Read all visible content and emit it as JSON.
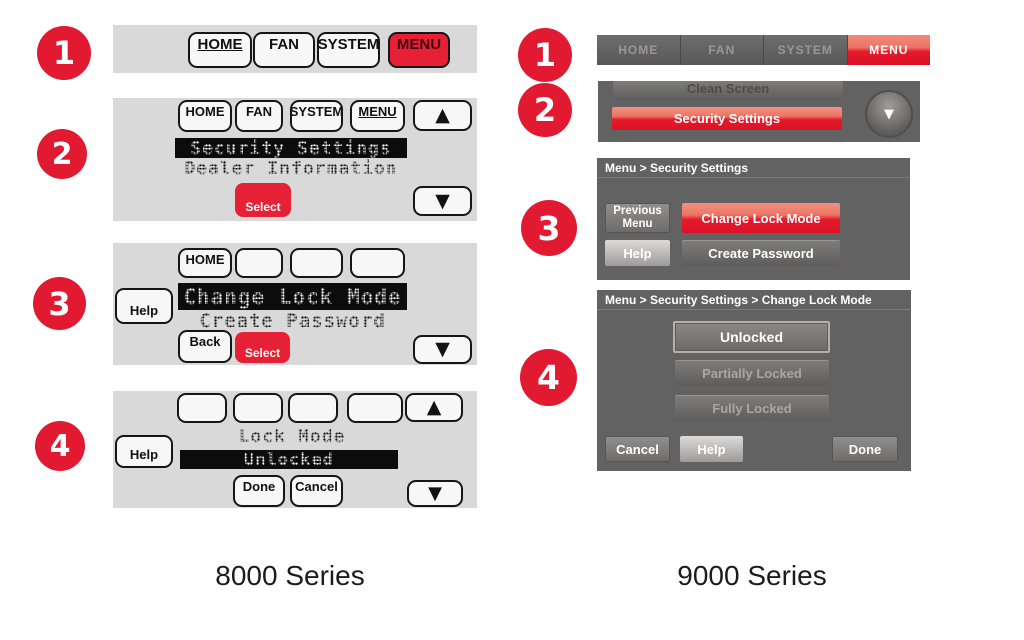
{
  "colors": {
    "accent_red": "#e11931",
    "button_red_8000": "#e62136",
    "panel_gray_8000": "#d9d9d9",
    "panel_gray_9000": "#636262",
    "red_gradient_top": "#f08a7b",
    "red_gradient_bottom": "#dd1126"
  },
  "icons": {
    "up_arrow": "▲",
    "down_arrow": "▼"
  },
  "footer": {
    "left_label": "8000 Series",
    "right_label": "9000 Series"
  },
  "steps_8000": {
    "step1": {
      "badge": "1",
      "tabs": [
        "HOME",
        "FAN",
        "SYSTEM",
        "MENU"
      ]
    },
    "step2": {
      "badge": "2",
      "tabs": [
        "HOME",
        "FAN",
        "SYSTEM",
        "MENU"
      ],
      "selected_item": "Security Settings",
      "next_item": "Dealer Information",
      "select_label": "Select"
    },
    "step3": {
      "badge": "3",
      "home_label": "HOME",
      "help_label": "Help",
      "selected_item": "Change Lock Mode",
      "next_item": "Create Password",
      "back_label": "Back",
      "select_label": "Select"
    },
    "step4": {
      "badge": "4",
      "help_label": "Help",
      "list_title": "Lock Mode",
      "selected_value": "Unlocked",
      "done_label": "Done",
      "cancel_label": "Cancel"
    }
  },
  "steps_9000": {
    "step1": {
      "badge": "1",
      "tabs": [
        "HOME",
        "FAN",
        "SYSTEM",
        "MENU"
      ]
    },
    "step2": {
      "badge": "2",
      "partial_item": "Clean Screen",
      "selected_item": "Security Settings"
    },
    "step3": {
      "badge": "3",
      "breadcrumb": "Menu > Security Settings",
      "previous_line1": "Previous",
      "previous_line2": "Menu",
      "change_lock_mode_label": "Change Lock Mode",
      "help_label": "Help",
      "create_password_label": "Create Password"
    },
    "step4": {
      "badge": "4",
      "breadcrumb": "Menu > Security Settings > Change Lock Mode",
      "options": [
        "Unlocked",
        "Partially Locked",
        "Fully Locked"
      ],
      "cancel_label": "Cancel",
      "help_label": "Help",
      "done_label": "Done"
    }
  }
}
